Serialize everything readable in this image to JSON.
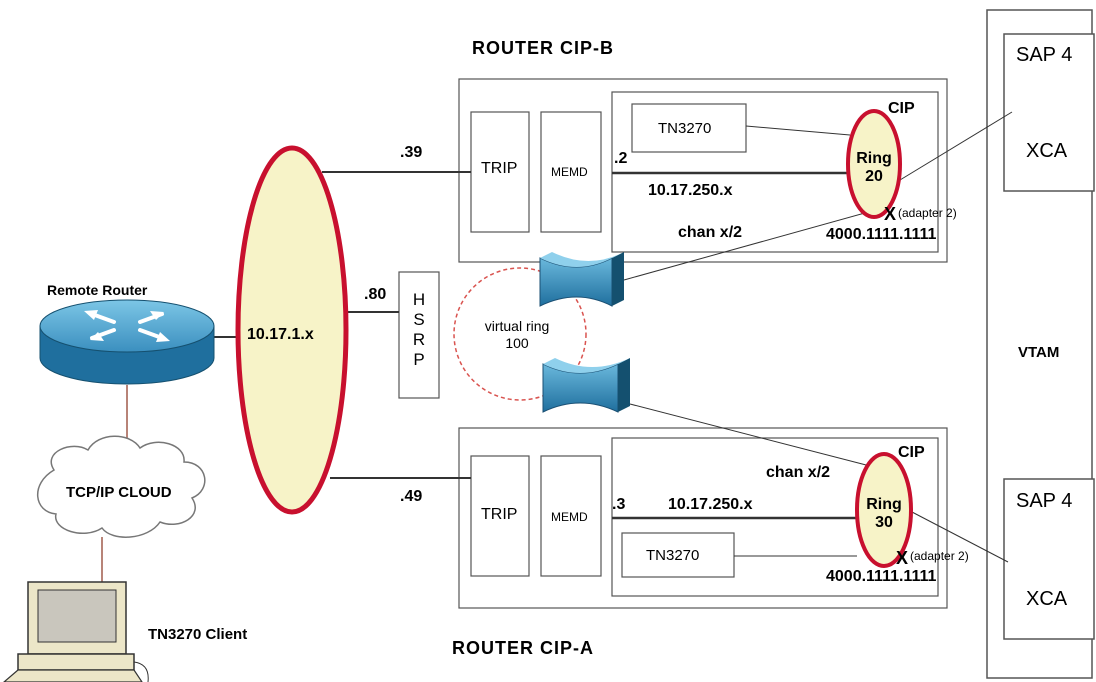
{
  "diagram": {
    "router_b": {
      "title": "ROUTER CIP-B",
      "trip": "TRIP",
      "memd": "MEMD",
      "cip": "CIP",
      "tn3270": "TN3270",
      "ring_line1": "Ring",
      "ring_line2": "20",
      "link_ip": ".39",
      "internal_ip": ".2",
      "internal_net": "10.17.250.x",
      "chan": "chan x/2",
      "mac": "4000.1111.1111",
      "adapter_x": "X",
      "adapter": "(adapter 2)"
    },
    "router_a": {
      "title": "ROUTER CIP-A",
      "trip": "TRIP",
      "memd": "MEMD",
      "cip": "CIP",
      "tn3270": "TN3270",
      "ring_line1": "Ring",
      "ring_line2": "30",
      "link_ip": ".49",
      "internal_ip": ".3",
      "internal_net": "10.17.250.x",
      "chan": "chan x/2",
      "mac": "4000.1111.1111",
      "adapter_x": "X",
      "adapter": "(adapter 2)"
    },
    "lan": {
      "label": "10.17.1.x"
    },
    "hsrp": {
      "ip": ".80",
      "letters": [
        "H",
        "S",
        "R",
        "P"
      ]
    },
    "virtual_ring": {
      "line1": "virtual ring",
      "line2": "100"
    },
    "remote_router": {
      "label": "Remote Router"
    },
    "cloud": {
      "label": "TCP/IP CLOUD"
    },
    "client": {
      "label": "TN3270 Client"
    },
    "vtam": {
      "label": "VTAM",
      "sap_top": "SAP 4",
      "xca_top": "XCA",
      "sap_bottom": "SAP 4",
      "xca_bottom": "XCA"
    },
    "colors": {
      "ring_stroke": "#c8102e",
      "ring_fill": "#f7f3c8",
      "device_blue": "#2d84b5",
      "device_light": "#6ab8dc",
      "line": "#333333"
    }
  }
}
